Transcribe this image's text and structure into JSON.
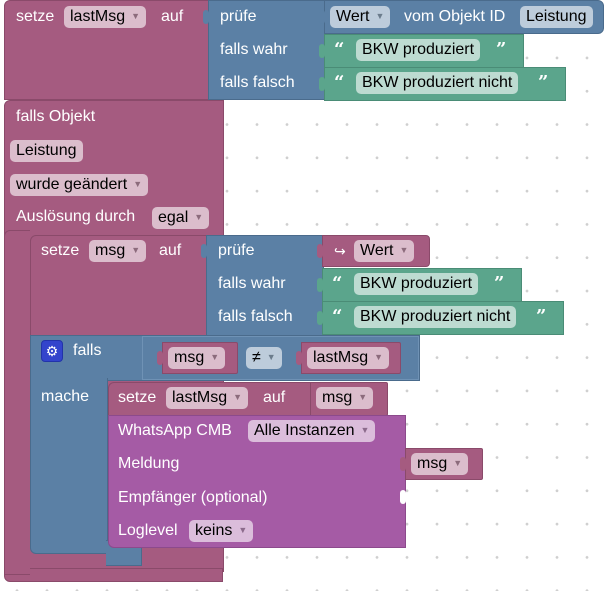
{
  "block1": {
    "setze": "setze",
    "var": "lastMsg",
    "auf": "auf",
    "pruefe": "prüfe",
    "falls_wahr": "falls wahr",
    "falls_falsch": "falls falsch",
    "cond_field": "Wert",
    "cond_text": "vom Objekt ID",
    "cond_object": "Leistung",
    "true_text": "BKW produziert",
    "false_text": "BKW produziert nicht"
  },
  "trigger": {
    "falls_objekt": "falls Objekt",
    "object": "Leistung",
    "condition": "wurde geändert",
    "ausloesung": "Auslösung durch",
    "ausloesung_value": "egal"
  },
  "block2": {
    "setze": "setze",
    "var": "msg",
    "auf": "auf",
    "pruefe": "prüfe",
    "falls_wahr": "falls wahr",
    "falls_falsch": "falls falsch",
    "cond_symbol": "↪",
    "cond_field": "Wert",
    "true_text": "BKW produziert",
    "false_text": "BKW produziert nicht"
  },
  "if_block": {
    "falls": "falls",
    "mache": "mache",
    "left_var": "msg",
    "operator": "≠",
    "right_var": "lastMsg",
    "gear_icon": "gear-icon"
  },
  "set_block": {
    "setze": "setze",
    "var": "lastMsg",
    "auf": "auf",
    "value": "msg"
  },
  "whatsapp": {
    "title": "WhatsApp CMB",
    "instance": "Alle Instanzen",
    "meldung": "Meldung",
    "meldung_value": "msg",
    "empfaenger": "Empfänger (optional)",
    "loglevel": "Loglevel",
    "loglevel_value": "keins"
  },
  "colors": {
    "variables": "#a55b80",
    "logic": "#5b80a5",
    "text": "#5ba58c",
    "whatsapp": "#a55ba5"
  }
}
